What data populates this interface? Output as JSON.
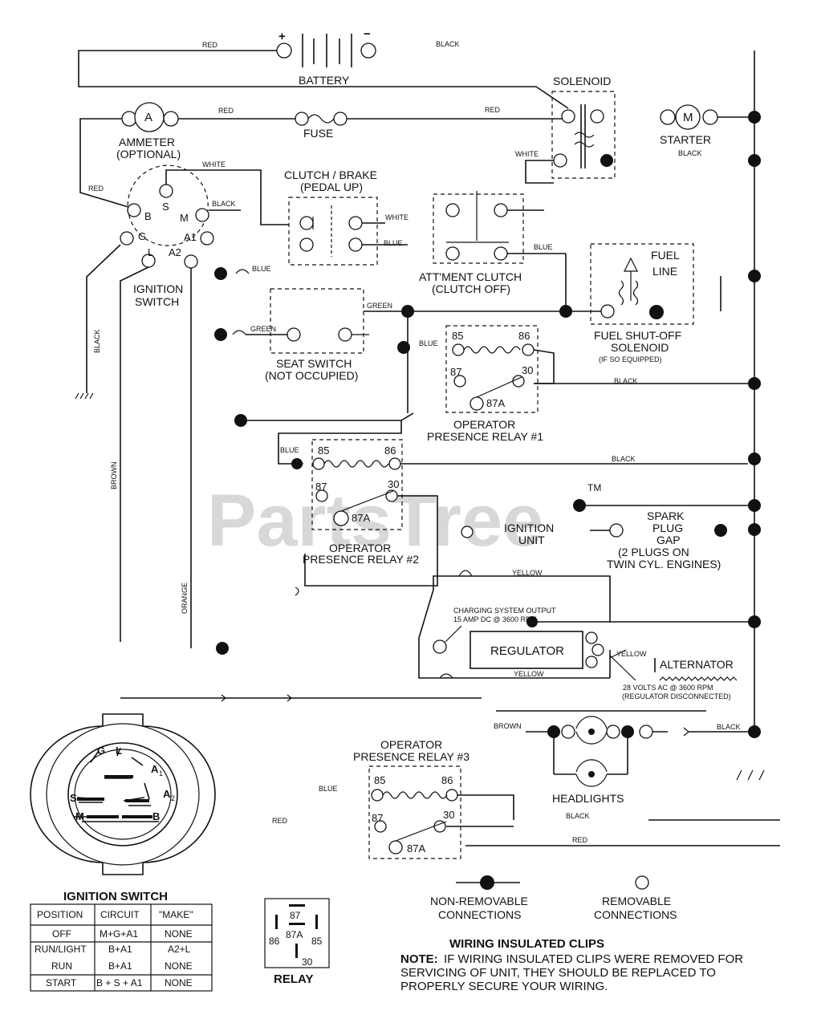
{
  "watermark": "PartsTree",
  "trademark": "TM",
  "components": {
    "battery": "BATTERY",
    "solenoid": "SOLENOID",
    "starter": "STARTER",
    "ammeter": "AMMETER",
    "ammeter_note": "(OPTIONAL)",
    "fuse": "FUSE",
    "clutch_brake": "CLUTCH / BRAKE",
    "clutch_brake_note": "(PEDAL UP)",
    "attm_clutch": "ATT'MENT CLUTCH",
    "attm_clutch_note": "(CLUTCH OFF)",
    "fuel_line_1": "FUEL",
    "fuel_line_2": "LINE",
    "fuel_solenoid_1": "FUEL SHUT-OFF",
    "fuel_solenoid_2": "SOLENOID",
    "fuel_solenoid_3": "(IF SO EQUIPPED)",
    "ignition_switch_1": "IGNITION",
    "ignition_switch_2": "SWITCH",
    "seat_switch_1": "SEAT SWITCH",
    "seat_switch_2": "(NOT OCCUPIED)",
    "relay1_1": "OPERATOR",
    "relay1_2": "PRESENCE RELAY #1",
    "relay2_1": "OPERATOR",
    "relay2_2": "PRESENCE RELAY #2",
    "relay3_1": "OPERATOR",
    "relay3_2": "PRESENCE RELAY #3",
    "ignition_unit_1": "IGNITION",
    "ignition_unit_2": "UNIT",
    "spark_1": "SPARK",
    "spark_2": "PLUG",
    "spark_3": "GAP",
    "spark_4": "(2 PLUGS ON",
    "spark_5": "TWIN CYL. ENGINES)",
    "regulator": "REGULATOR",
    "alternator": "ALTERNATOR",
    "charging_1": "CHARGING SYSTEM OUTPUT",
    "charging_2": "15 AMP DC @ 3600 RPM",
    "alt_volts_1": "28 VOLTS AC @ 3600 RPM",
    "alt_volts_2": "(REGULATOR DISCONNECTED)",
    "headlights": "HEADLIGHTS"
  },
  "wires": {
    "red": "RED",
    "black": "BLACK",
    "white": "WHITE",
    "blue": "BLUE",
    "green": "GREEN",
    "brown": "BROWN",
    "orange": "ORANGE",
    "yellow": "YELLOW"
  },
  "polarity": {
    "plus": "+",
    "minus": "−"
  },
  "terminals": {
    "ammeter": "A",
    "starter": "M",
    "ign": {
      "b": "B",
      "s": "S",
      "m": "M",
      "g": "G",
      "a1": "A1",
      "l": "L",
      "a2": "A2"
    },
    "relay": {
      "r85": "85",
      "r86": "86",
      "r87": "87",
      "r30": "30",
      "r87a": "87A"
    }
  },
  "ignition_diagram": {
    "title": "IGNITION SWITCH",
    "pins": {
      "g": "G",
      "l": "L",
      "a1": "A",
      "a1_sub": "1",
      "s": "S",
      "a2": "A",
      "a2_sub": "2",
      "m": "M",
      "b": "B"
    }
  },
  "ignition_table": {
    "headers": [
      "POSITION",
      "CIRCUIT",
      "\"MAKE\""
    ],
    "rows": [
      [
        "OFF",
        "M+G+A1",
        "NONE"
      ],
      [
        "RUN/LIGHT",
        "B+A1",
        "A2+L"
      ],
      [
        "RUN",
        "B+A1",
        "NONE"
      ],
      [
        "START",
        "B + S + A1",
        "NONE"
      ]
    ]
  },
  "relay_legend": {
    "title": "RELAY",
    "pins": {
      "p87": "87",
      "p87a": "87A",
      "p86": "86",
      "p85": "85",
      "p30": "30"
    }
  },
  "legend": {
    "non_removable_1": "NON-REMOVABLE",
    "non_removable_2": "CONNECTIONS",
    "removable_1": "REMOVABLE",
    "removable_2": "CONNECTIONS",
    "clips_title": "WIRING INSULATED CLIPS",
    "note_label": "NOTE:",
    "note_1": "IF WIRING INSULATED CLIPS WERE REMOVED FOR",
    "note_2": "SERVICING OF UNIT, THEY SHOULD BE REPLACED TO",
    "note_3": "PROPERLY SECURE YOUR WIRING."
  }
}
